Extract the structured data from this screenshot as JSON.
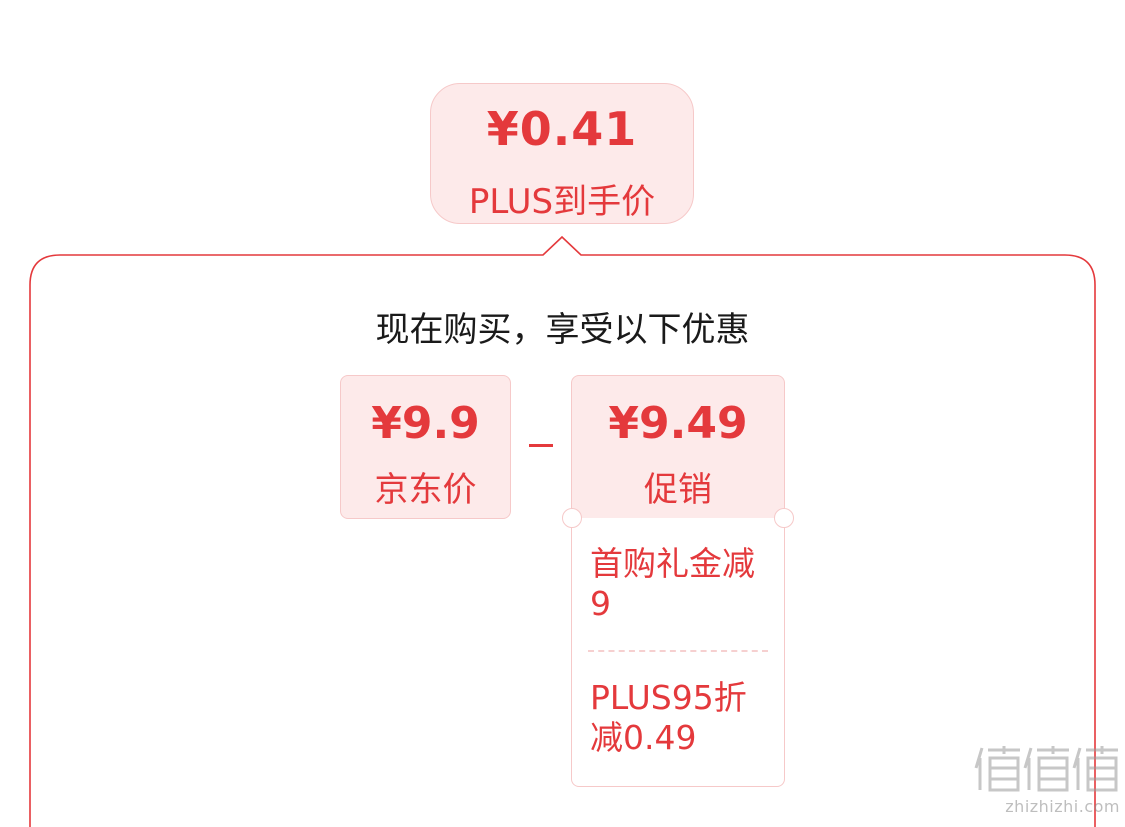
{
  "final_price": {
    "amount": "¥0.41",
    "label": "PLUS到手价"
  },
  "panel": {
    "heading": "现在购买，享受以下优惠"
  },
  "jd_price": {
    "amount": "¥9.9",
    "label": "京东价"
  },
  "operator": "−",
  "promotion": {
    "amount": "¥9.49",
    "label": "促销",
    "items": [
      "首购礼金减9",
      "PLUS95折减0.49"
    ]
  },
  "watermark": {
    "logo_text": "值值值",
    "url": "zhizhizhi.com"
  },
  "colors": {
    "accent": "#e4393c",
    "card_bg": "#fdeaea",
    "card_border": "#f6c9c9",
    "heading_text": "#1a1a1a"
  }
}
